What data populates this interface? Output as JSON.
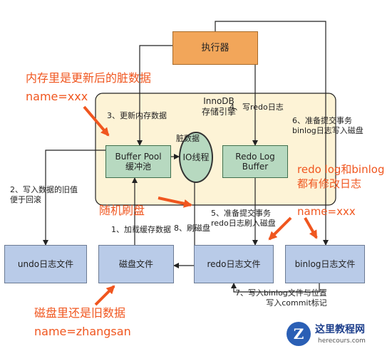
{
  "nodes": {
    "executor": "执行器",
    "innodb": "InnoDB\n存储引擎",
    "buffer_pool": "Buffer Pool\n缓冲池",
    "io_thread": "IO线程",
    "redo_log_buffer": "Redo Log\nBuffer",
    "undo_file": "undo日志文件",
    "disk_file": "磁盘文件",
    "redo_file": "redo日志文件",
    "binlog_file": "binlog日志文件"
  },
  "steps": {
    "s1": "1、加载缓存数据",
    "s2": "2、写入数据的旧值\n便于回滚",
    "s3": "3、更新内存数据",
    "s4": "4、写redo日志",
    "s5": "5、准备提交事务\nredo日志刷入磁盘",
    "s6": "6、准备提交事务\nbinlog日志写入磁盘",
    "s7": "7、写入binlog文件与位置\n写入commit标记",
    "s8": "8、刷磁盘",
    "dirty": "脏数据"
  },
  "annotations": {
    "memory_dirty": "内存里是更新后的脏数据",
    "memory_name": "name=xxx",
    "random_flush": "随机刷盘",
    "log_modified": "redo log和binlog\n都有修改日志",
    "log_name": "name=xxx",
    "disk_old": "磁盘里还是旧数据",
    "disk_name": "name=zhangsan"
  },
  "watermark": {
    "title": "这里教程网",
    "url": "herecours.com"
  },
  "colors": {
    "annotation": "#f0561f",
    "storage_box": "#b9cbe8",
    "engine_bg": "#fdf3d6",
    "executor": "#f2a65a",
    "green_node": "#b7d9c0"
  }
}
